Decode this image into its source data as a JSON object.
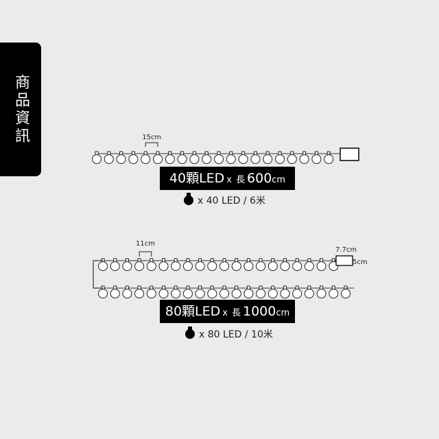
{
  "side_tab": {
    "title": "商品資訊"
  },
  "product_a": {
    "spacing_label": "15cm",
    "led_count_text": "40顆LED",
    "multiply": "x",
    "length_prefix": "長",
    "length_value": "600",
    "length_unit": "cm",
    "spec_text": "x 40 LED / 6米",
    "bulbs_per_row": 20
  },
  "product_b": {
    "spacing_label": "11cm",
    "box_width_label": "7.7cm",
    "box_height_label": "5cm",
    "led_count_text": "80顆LED",
    "multiply": "x",
    "length_prefix": "長",
    "length_value": "1000",
    "length_unit": "cm",
    "spec_text": "x 80 LED / 10米",
    "bulbs_per_row": 21
  }
}
